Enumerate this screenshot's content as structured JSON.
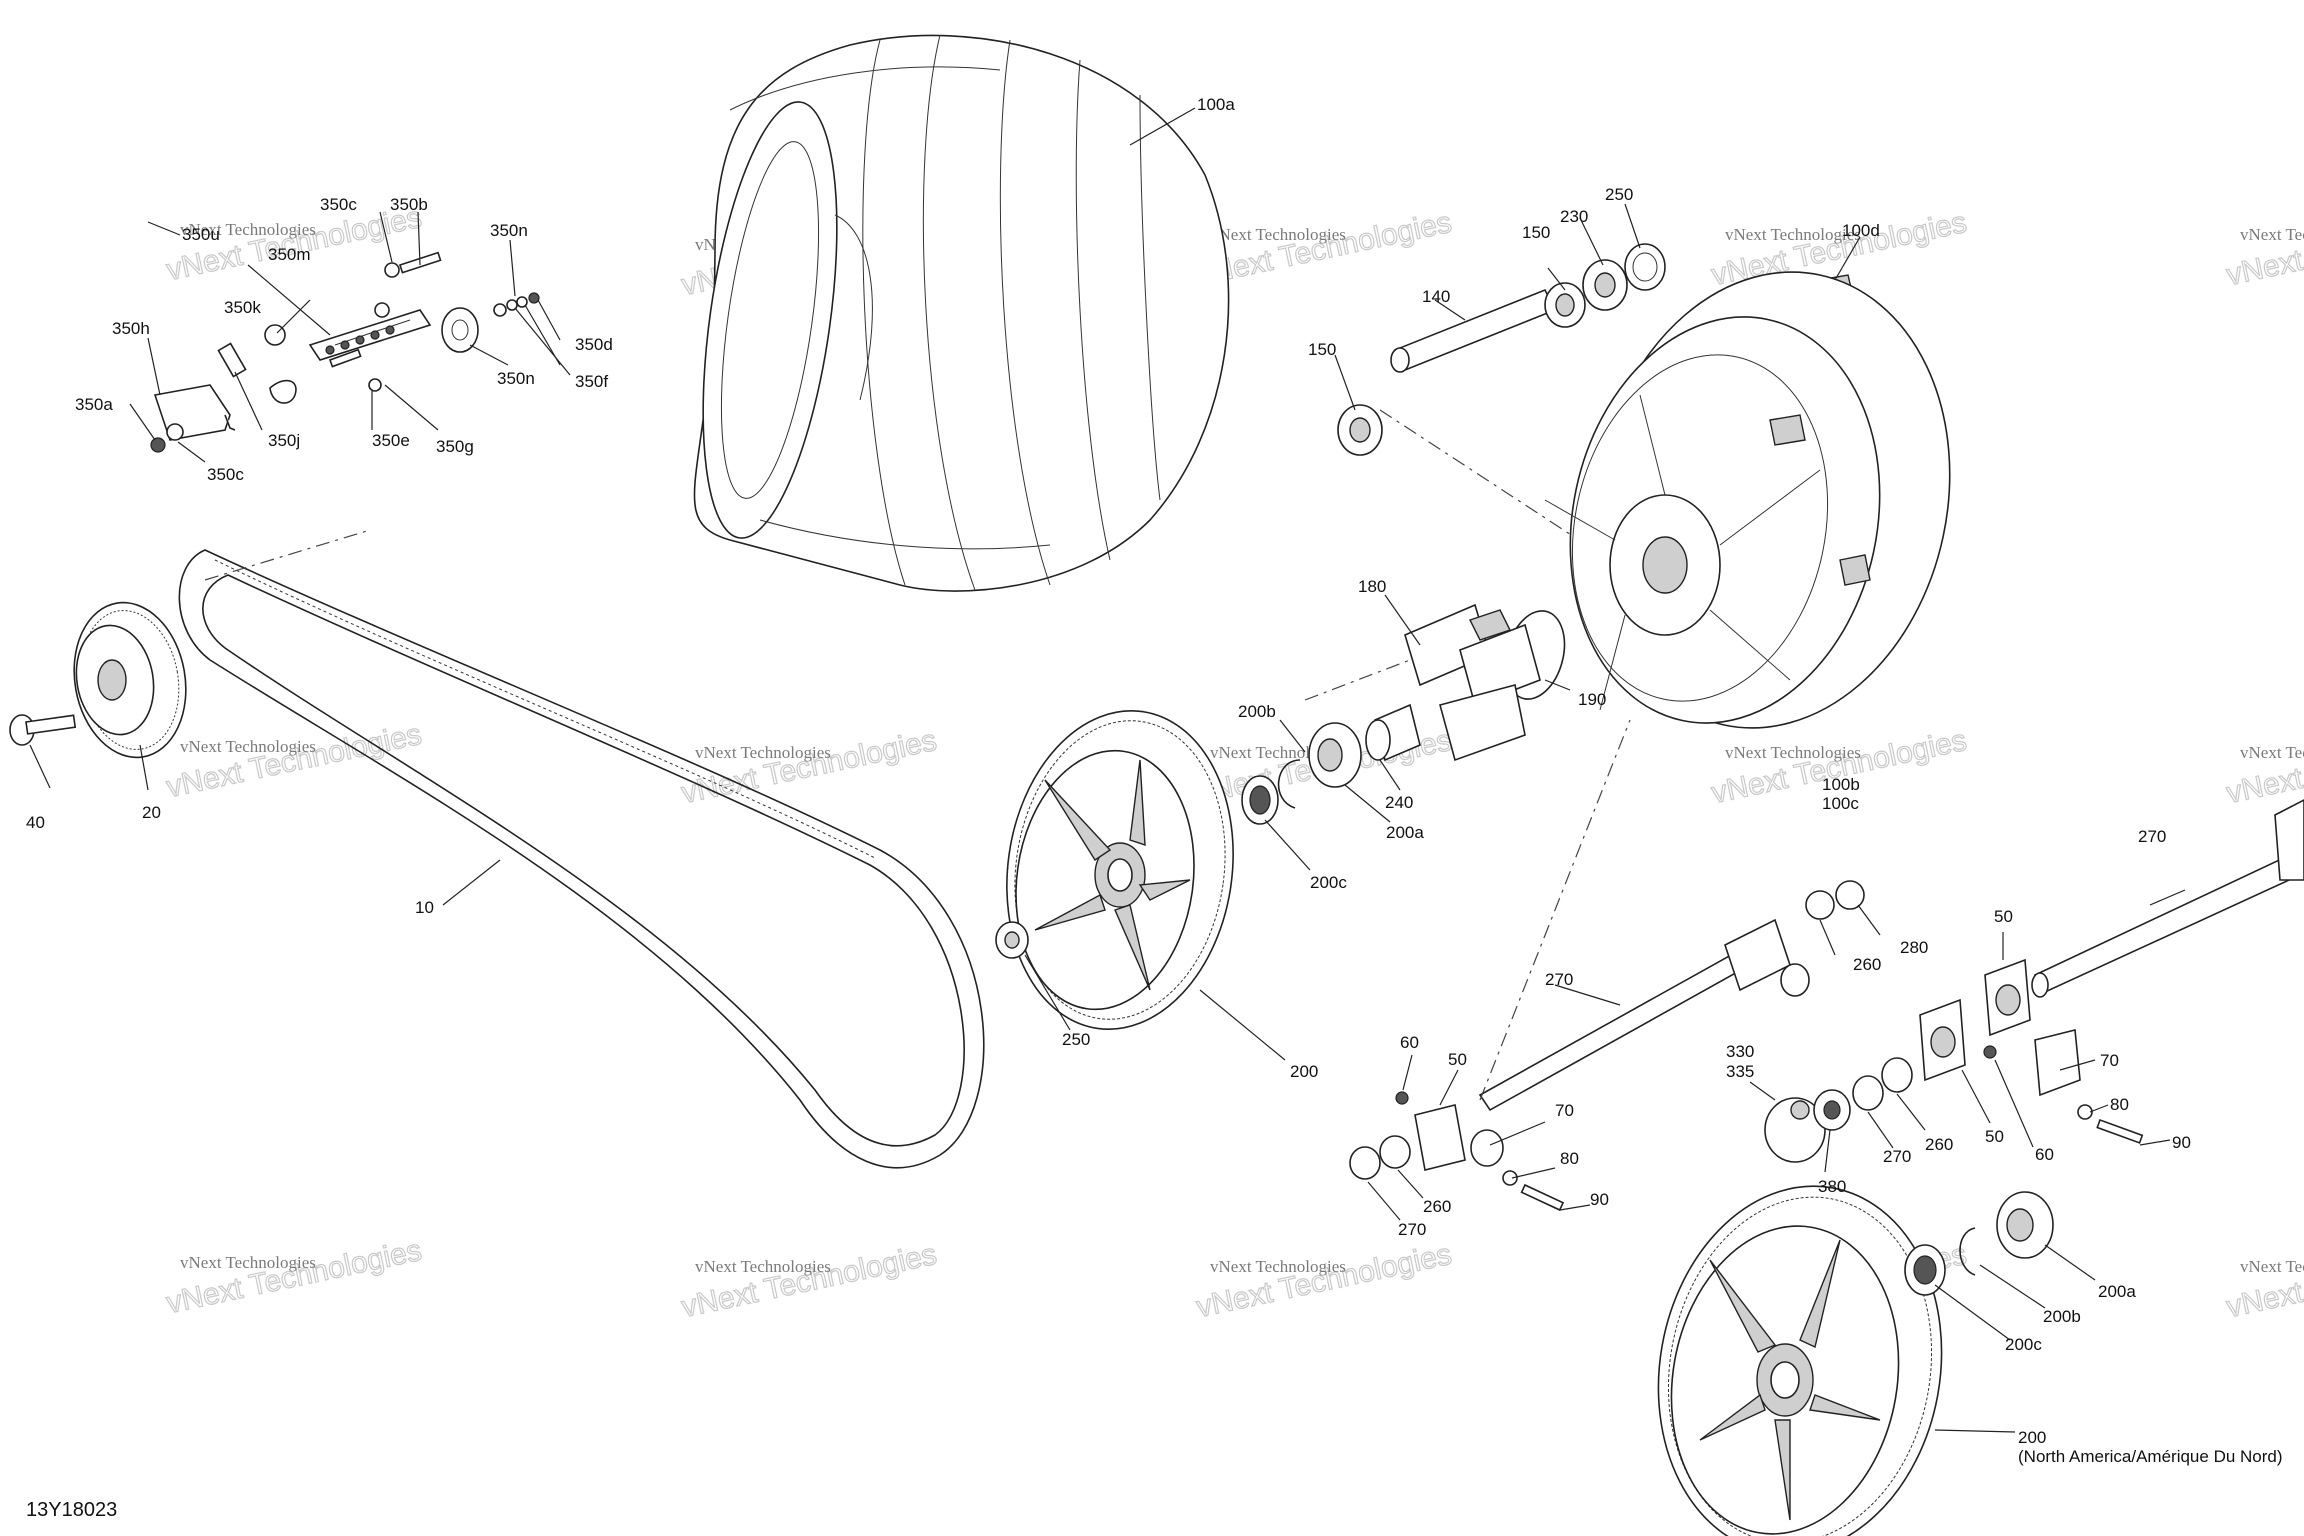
{
  "figure_id": "13Y18023",
  "watermark": {
    "line1": "vNext Technologies",
    "line2": "vNext Technologies"
  },
  "labels": {
    "l_350u": "350u",
    "l_350m": "350m",
    "l_350c_top": "350c",
    "l_350b": "350b",
    "l_350n_top": "350n",
    "l_350k": "350k",
    "l_350h": "350h",
    "l_350d": "350d",
    "l_350n_mid": "350n",
    "l_350f": "350f",
    "l_350a": "350a",
    "l_350j": "350j",
    "l_350e": "350e",
    "l_350g": "350g",
    "l_350c_bot": "350c",
    "l_100a": "100a",
    "l_250_top": "250",
    "l_230": "230",
    "l_150_top": "150",
    "l_100d": "100d",
    "l_140": "140",
    "l_150_left": "150",
    "l_180": "180",
    "l_190": "190",
    "l_200b_top": "200b",
    "l_240": "240",
    "l_200a_top": "200a",
    "l_200c_top": "200c",
    "l_100b": "100b",
    "l_100c": "100c",
    "l_40": "40",
    "l_20": "20",
    "l_10": "10",
    "l_250_mid": "250",
    "l_200_mid": "200",
    "l_270_right": "270",
    "l_50_right": "50",
    "l_280": "280",
    "l_260_top": "260",
    "l_270_mid": "270",
    "l_60_left": "60",
    "l_50_left": "50",
    "l_70_left": "70",
    "l_80_left": "80",
    "l_90_left": "90",
    "l_260_left": "260",
    "l_270_left": "270",
    "l_330": "330",
    "l_335": "335",
    "l_380": "380",
    "l_270_small": "270",
    "l_260_small": "260",
    "l_50_small": "50",
    "l_60_right": "60",
    "l_70_right": "70",
    "l_80_right": "80",
    "l_90_right": "90",
    "l_200a_bot": "200a",
    "l_200b_bot": "200b",
    "l_200c_bot": "200c",
    "l_200_bot": "200",
    "l_region": "(North America/Amérique Du Nord)"
  }
}
